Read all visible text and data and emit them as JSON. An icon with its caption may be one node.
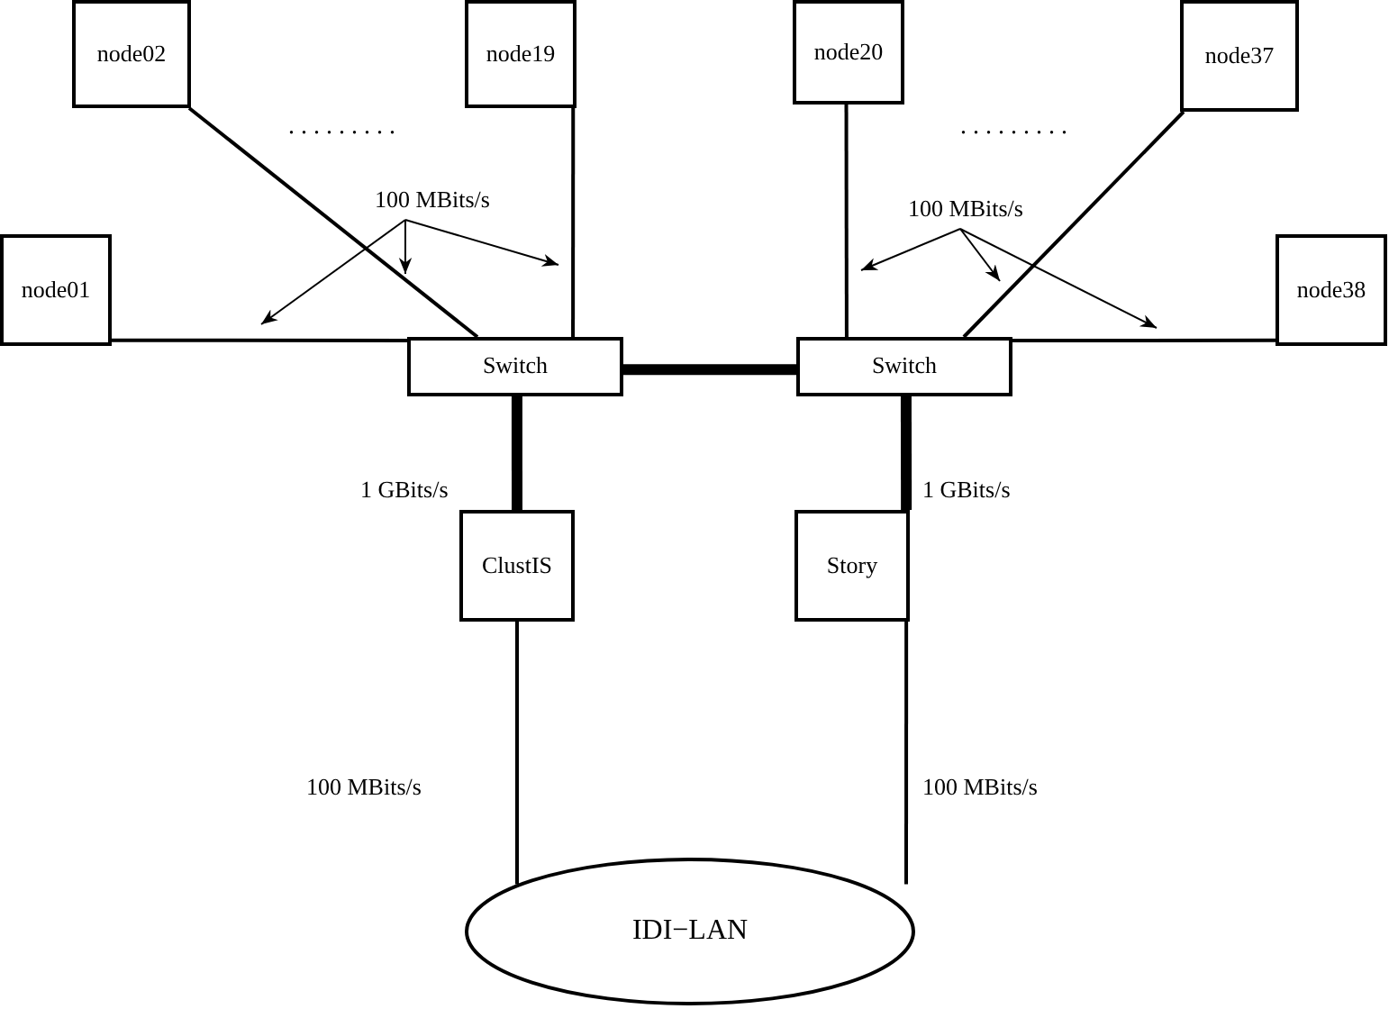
{
  "diagram": {
    "nodes": [
      {
        "text": [
          "node02"
        ]
      },
      {
        "text": [
          "node19"
        ]
      },
      {
        "text": [
          "node20"
        ]
      },
      {
        "text": [
          "node37"
        ]
      },
      {
        "text": [
          "100 MBits/s"
        ]
      },
      {
        "text": [
          "100 MBits/s"
        ]
      },
      {
        "text": [
          "node01"
        ]
      },
      {
        "text": [
          "Switch"
        ]
      },
      {
        "text": [
          "Switch"
        ]
      },
      {
        "text": [
          "node38"
        ]
      },
      {
        "text": [
          "ClustIS"
        ]
      },
      {
        "text": [
          "Story"
        ]
      },
      {
        "text": [
          "IDI−LAN"
        ]
      }
    ],
    "edges": [
      {
        "from": 0,
        "to": 7,
        "arrow": "none"
      },
      {
        "from": 1,
        "to": 7,
        "arrow": "none"
      },
      {
        "from": 6,
        "to": 7,
        "arrow": "none"
      },
      {
        "from": 7,
        "to": 8,
        "arrow": "none",
        "style": "thick"
      },
      {
        "from": 7,
        "to": 10,
        "arrow": "none",
        "style": "thick",
        "label": "1 GBits/s"
      },
      {
        "from": 10,
        "to": 12,
        "arrow": "none",
        "label": "100 MBits/s"
      },
      {
        "from": 2,
        "to": 8,
        "arrow": "none"
      },
      {
        "from": 3,
        "to": 8,
        "arrow": "none"
      },
      {
        "from": 9,
        "to": 8,
        "arrow": "none"
      },
      {
        "from": 8,
        "to": 11,
        "arrow": "none",
        "style": "thick",
        "label": "1 GBits/s"
      },
      {
        "from": 11,
        "to": 12,
        "arrow": "none",
        "label": "100 MBits/s"
      },
      {
        "from": 4,
        "to": null,
        "arrow": "to"
      },
      {
        "from": 4,
        "to": null,
        "arrow": "to"
      },
      {
        "from": 4,
        "to": null,
        "arrow": "to"
      },
      {
        "from": 5,
        "to": null,
        "arrow": "to"
      },
      {
        "from": 5,
        "to": null,
        "arrow": "to"
      },
      {
        "from": 5,
        "to": null,
        "arrow": "to"
      }
    ],
    "labels": [
      ". . . . . . . . .",
      ". . . . . . . . ."
    ]
  }
}
